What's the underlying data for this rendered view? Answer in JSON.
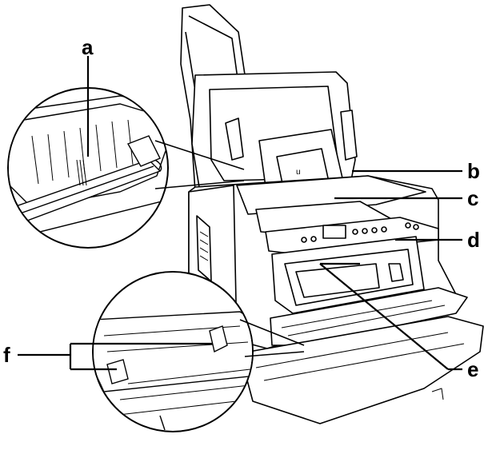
{
  "callouts": {
    "a": "a",
    "b": "b",
    "c": "c",
    "d": "d",
    "e": "e",
    "f": "f"
  }
}
